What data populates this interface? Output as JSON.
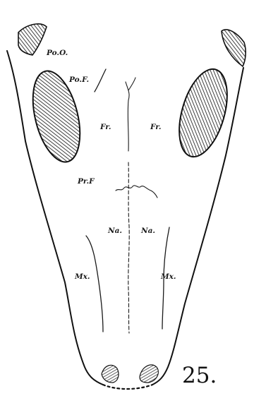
{
  "figure": {
    "number": "25.",
    "labels": {
      "postorbital": "Po.O.",
      "postfrontal": "Po.F.",
      "frontal_left": "Fr.",
      "frontal_right": "Fr.",
      "prefrontal": "Pr.F",
      "nasal_left": "Na.",
      "nasal_right": "Na.",
      "maxilla_left": "Mx.",
      "maxilla_right": "Mx."
    }
  },
  "colors": {
    "ink": "#111111",
    "paper": "#ffffff"
  }
}
